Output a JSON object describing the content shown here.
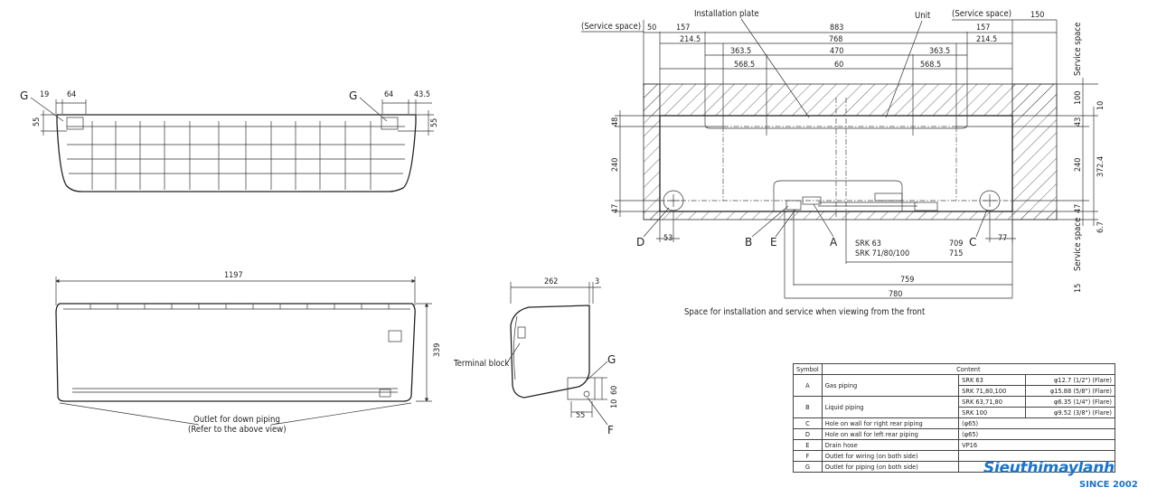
{
  "top_view": {
    "dims": {
      "d19": "19",
      "d64": "64",
      "d64b": "64",
      "d43_5": "43.5",
      "d55": "55",
      "d55b": "55"
    },
    "labels": {
      "g_left": "G",
      "g_right": "G"
    }
  },
  "front_view": {
    "width": "1197",
    "height": "339",
    "outlet_down_1": "Outlet for down piping",
    "outlet_down_2": "(Refer to the above view)"
  },
  "side_view": {
    "depth": "262",
    "d3": "3",
    "d55": "55",
    "d60": "60",
    "d10": "10",
    "terminal_block": "Terminal block",
    "g": "G",
    "f": "F"
  },
  "service_view": {
    "installation_plate": "Installation plate",
    "unit": "Unit",
    "service_left": "(Service space)",
    "service_right": "(Service space)",
    "service_space": "Service space",
    "row1": {
      "d50": "50",
      "d157": "157",
      "d883": "883",
      "d157b": "157",
      "d150": "150"
    },
    "row2": {
      "d214_5": "214.5",
      "d768": "768",
      "d214_5b": "214.5"
    },
    "row3": {
      "d363_5": "363.5",
      "d470": "470",
      "d363_5b": "363.5"
    },
    "row4": {
      "d568_5": "568.5",
      "d60": "60",
      "d568_5b": "568.5"
    },
    "left_dims": {
      "d48": "48",
      "d240": "240",
      "d47": "47"
    },
    "right_dims": {
      "d100": "100",
      "d10": "10",
      "d43": "43",
      "d240": "240",
      "d372_4": "372.4",
      "d47": "47",
      "d6_7": "6.7",
      "d15": "15"
    },
    "bottom_dims": {
      "d53": "53",
      "d77": "77",
      "d709": "709",
      "d715": "715",
      "d759": "759",
      "d780": "780"
    },
    "models": {
      "srk63": "SRK 63",
      "srk71": "SRK 71/80/100"
    },
    "letters": {
      "a": "A",
      "b": "B",
      "c": "C",
      "d": "D",
      "e": "E"
    },
    "caption": "Space for installation and service when viewing from the front"
  },
  "table": {
    "header_symbol": "Symbol",
    "header_content": "Content",
    "rows": [
      {
        "sym": "A",
        "name": "Gas piping",
        "m1": "SRK 63",
        "v1": "φ12.7 (1/2\") (Flare)",
        "m2": "SRK 71,80,100",
        "v2": "φ15.88 (5/8\") (Flare)"
      },
      {
        "sym": "B",
        "name": "Liquid piping",
        "m1": "SRK 63,71,80",
        "v1": "φ6.35 (1/4\") (Flare)",
        "m2": "SRK 100",
        "v2": "φ9.52 (3/8\") (Flare)"
      },
      {
        "sym": "C",
        "name": "Hole on wall for right rear piping",
        "m1": "(φ65)"
      },
      {
        "sym": "D",
        "name": "Hole on wall for left rear piping",
        "m1": "(φ65)"
      },
      {
        "sym": "E",
        "name": "Drain hose",
        "m1": "VP16"
      },
      {
        "sym": "F",
        "name": "Outlet for wiring (on both side)"
      },
      {
        "sym": "G",
        "name": "Outlet for piping (on both side)"
      }
    ]
  },
  "logo": {
    "name": "Sieuthimaylanh",
    "tagline": "SINCE 2002"
  },
  "colors": {
    "line": "#333333",
    "brand": "#1b74c9"
  }
}
